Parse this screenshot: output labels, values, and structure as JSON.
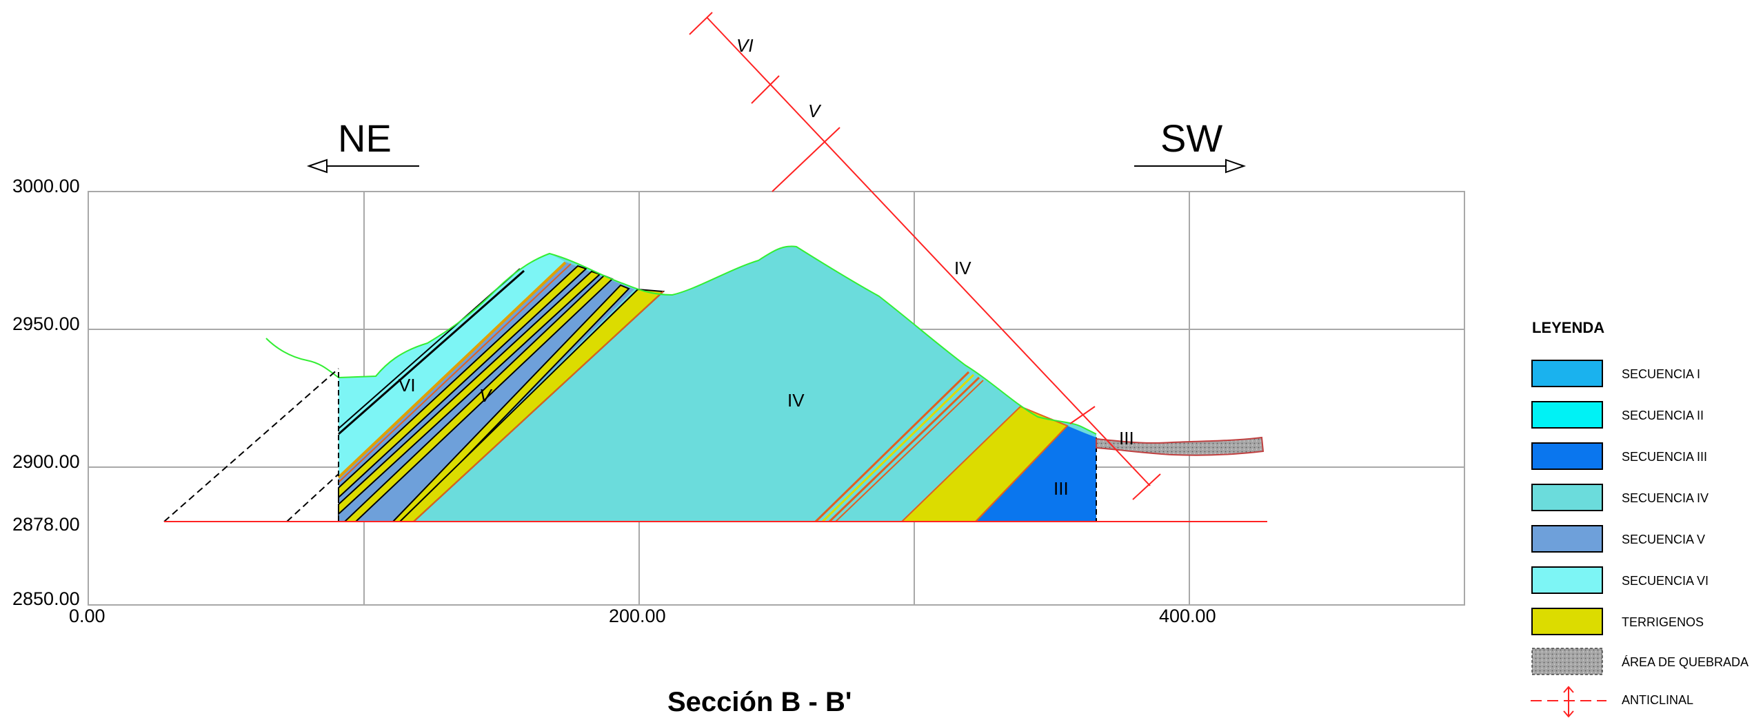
{
  "title": "Sección B - B'",
  "directions": {
    "left": "NE",
    "right": "SW"
  },
  "y_axis": {
    "ticks": [
      "3000.00",
      "2950.00",
      "2900.00",
      "2878.00",
      "2850.00"
    ]
  },
  "x_axis": {
    "ticks": [
      "0.00",
      "200.00",
      "400.00"
    ]
  },
  "unit_labels": {
    "vi_main": "VI",
    "v_main": "V",
    "iv_main": "IV",
    "iii_main": "III",
    "iii_right": "III",
    "vi_line": "VI",
    "v_line": "V",
    "iv_line": "IV"
  },
  "legend": {
    "title": "LEYENDA",
    "items": [
      {
        "label": "SECUENCIA I",
        "color": "#1ab2ee"
      },
      {
        "label": "SECUENCIA II",
        "color": "#00f2f5"
      },
      {
        "label": "SECUENCIA III",
        "color": "#0a76ee"
      },
      {
        "label": "SECUENCIA IV",
        "color": "#6bdcdc"
      },
      {
        "label": "SECUENCIA V",
        "color": "#6ea0da"
      },
      {
        "label": "SECUENCIA VI",
        "color": "#7df5f5"
      },
      {
        "label": "TERRIGENOS",
        "color": "#dcdc00"
      },
      {
        "label": "ÁREA DE QUEBRADA",
        "color": "#9a9a9a"
      },
      {
        "label": "ANTICLINAL",
        "color": "#ff0000"
      }
    ]
  },
  "colors": {
    "topography": "#33ee33",
    "structure": "#ff2222",
    "grid": "#a8a8a8"
  }
}
